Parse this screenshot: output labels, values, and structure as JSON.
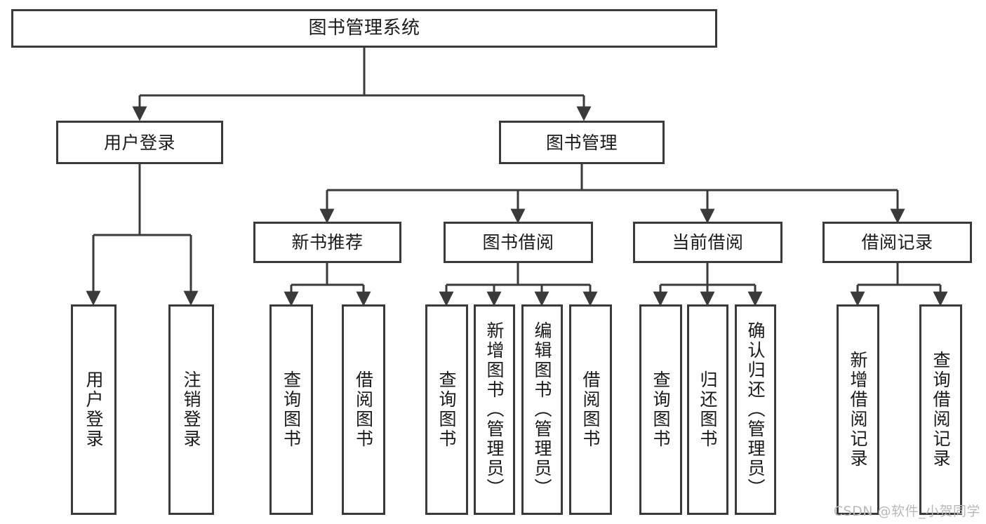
{
  "diagram": {
    "title": "图书管理系统",
    "watermark": "CSDN @软件_小贺同学",
    "line_color": "#3a3a3a",
    "box_fill": "#ffffff",
    "text_color": "#1a1a1a",
    "levels": {
      "root": "图书管理系统",
      "level2": [
        "用户登录",
        "图书管理"
      ],
      "level3": [
        "新书推荐",
        "图书借阅",
        "当前借阅",
        "借阅记录"
      ]
    },
    "nodes": {
      "root": "图书管理系统",
      "user_login": "用户登录",
      "book_manage": "图书管理",
      "new_book_rec": "新书推荐",
      "book_borrow": "图书借阅",
      "current_borrow": "当前借阅",
      "borrow_record": "借阅记录",
      "leaf_user_login": "用户登录",
      "leaf_logout": "注销登录",
      "leaf_query_book_a": "查询图书",
      "leaf_borrow_book_a": "借阅图书",
      "leaf_query_book_b": "查询图书",
      "leaf_add_book": "新增图书（管理员）",
      "leaf_edit_book": "编辑图书（管理员）",
      "leaf_borrow_book_b": "借阅图书",
      "leaf_query_book_c": "查询图书",
      "leaf_return_book": "归还图书",
      "leaf_confirm_return": "确认归还（管理员）",
      "leaf_add_record": "新增借阅记录",
      "leaf_query_record": "查询借阅记录"
    },
    "tree": [
      {
        "id": "user_login",
        "label": "用户登录",
        "children": [
          "用户登录",
          "注销登录"
        ]
      },
      {
        "id": "book_manage",
        "label": "图书管理",
        "children": [
          {
            "id": "new_book_rec",
            "label": "新书推荐",
            "children": [
              "查询图书",
              "借阅图书"
            ]
          },
          {
            "id": "book_borrow",
            "label": "图书借阅",
            "children": [
              "查询图书",
              "新增图书（管理员）",
              "编辑图书（管理员）",
              "借阅图书"
            ]
          },
          {
            "id": "current_borrow",
            "label": "当前借阅",
            "children": [
              "查询图书",
              "归还图书",
              "确认归还（管理员）"
            ]
          },
          {
            "id": "borrow_record",
            "label": "借阅记录",
            "children": [
              "新增借阅记录",
              "查询借阅记录"
            ]
          }
        ]
      }
    ]
  }
}
